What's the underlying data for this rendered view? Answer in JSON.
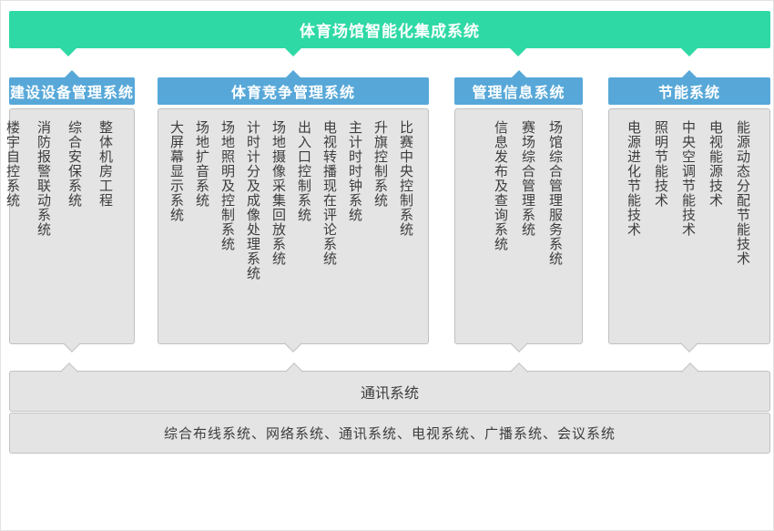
{
  "root": {
    "title": "体育场馆智能化集成系统"
  },
  "columns": [
    {
      "header": "建设设备管理系统",
      "items": [
        "整体机房工程",
        "综合安保系统",
        "消防报警联动系统",
        "楼宇自控系统"
      ]
    },
    {
      "header": "体育竞争管理系统",
      "items": [
        "比赛中央控制系统",
        "升旗控制系统",
        "主计时时钟系统",
        "电视转播现在评论系统",
        "出入口控制系统",
        "场地摄像采集回放系统",
        "计时计分及成像处理系统",
        "场地照明及控制系统",
        "场地扩音系统",
        "大屏幕显示系统"
      ]
    },
    {
      "header": "管理信息系统",
      "items": [
        "场馆综合管理服务系统",
        "赛场综合管理系统",
        "信息发布及查询系统"
      ]
    },
    {
      "header": "节能系统",
      "items": [
        "能源动态分配节能技术",
        "电视能源技术",
        "中央空调节能技术",
        "照明节能技术",
        "电源进化节能技术"
      ]
    }
  ],
  "comm": {
    "title": "通讯系统"
  },
  "sub": {
    "text": "综合布线系统、网络系统、通讯系统、电视系统、广播系统、会议系统"
  },
  "colors": {
    "accent_green": "#2fd9a5",
    "accent_blue": "#57a8d8",
    "panel_fill": "#e4e4e4",
    "panel_border": "#c1c1c1",
    "text_dark": "#3d3d3d"
  }
}
